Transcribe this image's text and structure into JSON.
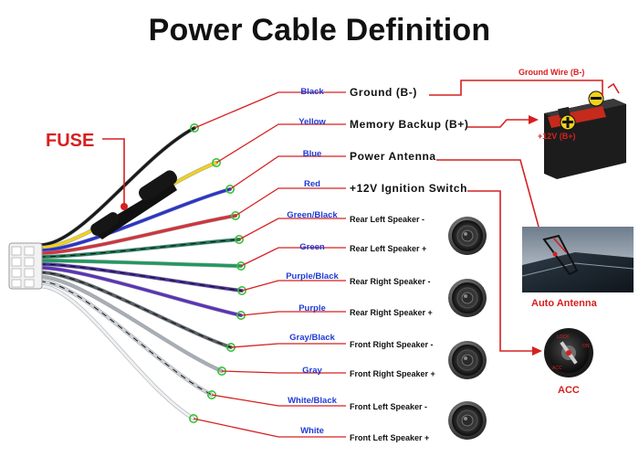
{
  "title": "Power Cable Definition",
  "fuse_label": "FUSE",
  "ground_wire_label": "Ground Wire (B-)",
  "battery_label": "+12V  (B+)",
  "auto_antenna_label": "Auto Antenna",
  "acc_label": "ACC",
  "wires": [
    {
      "name": "Black",
      "function": "Ground (B-)",
      "color": "#1a1a1a"
    },
    {
      "name": "Yellow",
      "function": "Memory Backup (B+)",
      "color": "#f1d21a"
    },
    {
      "name": "Blue",
      "function": "Power Antenna",
      "color": "#2b35c8"
    },
    {
      "name": "Red",
      "function": "+12V Ignition Switch",
      "color": "#d2343b"
    },
    {
      "name": "Green/Black",
      "function": "Rear Left Speaker -",
      "color": "#1f7a55"
    },
    {
      "name": "Green",
      "function": "Rear Left Speaker +",
      "color": "#1f9a5f"
    },
    {
      "name": "Purple/Black",
      "function": "Rear Right Speaker -",
      "color": "#4a2e9a"
    },
    {
      "name": "Purple",
      "function": "Rear Right Speaker +",
      "color": "#5b34b8"
    },
    {
      "name": "Gray/Black",
      "function": "Front Right Speaker -",
      "color": "#5a5f66"
    },
    {
      "name": "Gray",
      "function": "Front Right Speaker +",
      "color": "#a8aeb4"
    },
    {
      "name": "White/Black",
      "function": "Front Left Speaker -",
      "color": "#cfd3d8"
    },
    {
      "name": "White",
      "function": "Front Left Speaker +",
      "color": "#eef0f2"
    }
  ],
  "colors": {
    "label_blue": "#1f3bd6",
    "leader_red": "#d62020",
    "tip_green": "#39c23a"
  },
  "icons": [
    "speaker-icon",
    "battery-icon",
    "ignition-key-icon",
    "car-antenna-icon"
  ]
}
